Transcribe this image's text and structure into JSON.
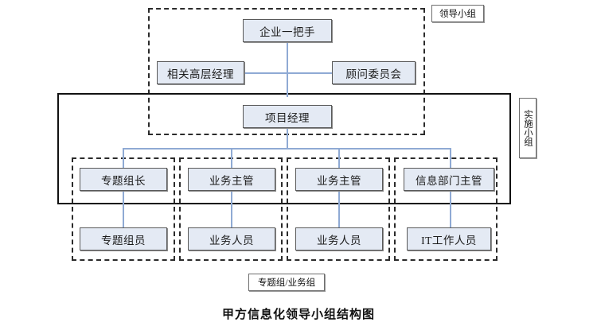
{
  "title": "甲方信息化领导小组结构图",
  "groups": {
    "leadership": {
      "label": "领导小组"
    },
    "implementation": {
      "label": "实施小组"
    },
    "workgroup": {
      "label": "专题组/业务组"
    }
  },
  "nodes": {
    "top_leader": "企业一把手",
    "senior_manager": "相关高层经理",
    "advisory_committee": "顾问委员会",
    "project_manager": "项目经理",
    "row4": [
      "专题组长",
      "业务主管",
      "业务主管",
      "信息部门主管"
    ],
    "row5": [
      "专题组员",
      "业务人员",
      "业务人员",
      "IT工作人员"
    ]
  },
  "colors": {
    "node_fill": "#e4eaf4",
    "node_border": "#595959",
    "connector": "#8faad4",
    "frame_solid": "#111111",
    "frame_dashed": "#2b2b2b",
    "background": "#ffffff"
  }
}
